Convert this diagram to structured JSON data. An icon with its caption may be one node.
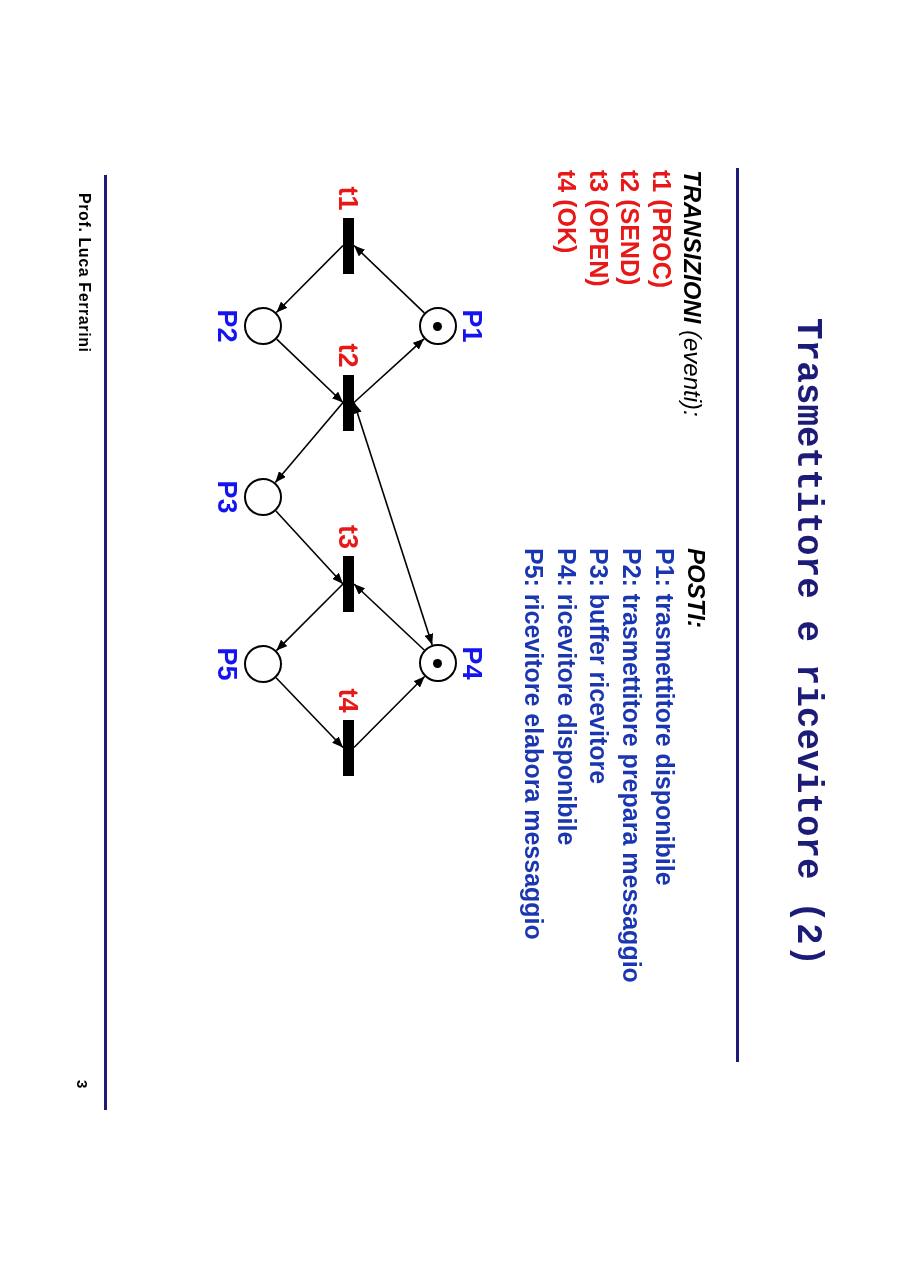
{
  "diagram": {
    "title": "Trasmettitore e ricevitore (2)",
    "nodes": [
      {
        "text": [
          "P1"
        ]
      },
      {
        "text": [],
        "shape": "circle",
        "in": 0
      },
      {
        "text": [
          "P4"
        ]
      },
      {
        "text": [],
        "shape": "circle",
        "in": 2
      },
      {
        "text": [
          "t1"
        ]
      },
      {
        "text": [
          "t2"
        ]
      },
      {
        "text": [
          "t3"
        ]
      },
      {
        "text": [
          "t4"
        ]
      },
      {
        "text": [
          "P2"
        ]
      },
      {
        "text": [
          "P3"
        ]
      },
      {
        "text": [
          "P5"
        ]
      }
    ],
    "edges": [
      {
        "from": 0,
        "to": 4,
        "arrow": "to"
      },
      {
        "from": 4,
        "to": 8,
        "arrow": "to"
      },
      {
        "from": 8,
        "to": 5,
        "arrow": "to"
      },
      {
        "from": 5,
        "to": 0,
        "arrow": "to"
      },
      {
        "from": 5,
        "to": 9,
        "arrow": "to"
      },
      {
        "from": 5,
        "to": 2,
        "arrow": "both"
      },
      {
        "from": 9,
        "to": 6,
        "arrow": "to"
      },
      {
        "from": 2,
        "to": 6,
        "arrow": "to"
      },
      {
        "from": 6,
        "to": 10,
        "arrow": "to"
      },
      {
        "from": 10,
        "to": 7,
        "arrow": "to"
      },
      {
        "from": 7,
        "to": 2,
        "arrow": "to"
      }
    ],
    "labels": [
      "**TRANSIZIONI** (eventi):",
      "t1 (PROC)",
      "t2 (SEND)",
      "t3 (OPEN)",
      "t4 (OK)",
      "POSTI:",
      "P1: trasmettitore disponibile",
      "P2: trasmettitore prepara messaggio",
      "P3: buffer ricevitore",
      "P4: ricevitore disponibile",
      "P5: ricevitore elabora messaggio",
      "Prof. Luca Ferrarini",
      "3"
    ]
  }
}
